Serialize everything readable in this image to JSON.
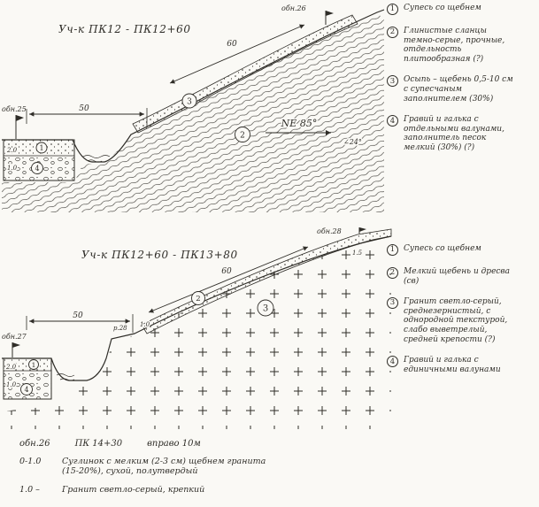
{
  "palette": {
    "paper": "#faf9f5",
    "ink": "#2f2d28"
  },
  "section1": {
    "title": "Уч-к  ПК12 - ПК12+60",
    "marker_left": "обн.25",
    "marker_right": "обн.26",
    "dim_horizontal": "50",
    "dim_slope": "60",
    "box_depth_top": "2.0",
    "box_depth_bottom": "1.0",
    "bearing": "NE 85°",
    "dip_angle": "∠24°",
    "callouts": {
      "n1": "1",
      "n2": "2",
      "n3": "3",
      "n4": "4"
    },
    "legend": [
      {
        "num": "1",
        "text": "Супесь со щебнем"
      },
      {
        "num": "2",
        "text": "Глинистые сланцы темно-серые, прочные, отдельность плитообразная (?)"
      },
      {
        "num": "3",
        "text": "Осыпь – щебень 0,5-10 см с супесчаным заполнителем (30%)"
      },
      {
        "num": "4",
        "text": "Гравий и галька с отдельными валунами, заполнитель песок мелкий (30%) (?)"
      }
    ]
  },
  "section2": {
    "title": "Уч-к  ПК12+60 - ПК13+80",
    "marker_left": "обн.27",
    "marker_right": "обн.28",
    "dim_horizontal": "50",
    "dim_slope": "60",
    "crest_depth": "1.5",
    "box_depth_top": "2.0",
    "box_depth_bottom": "1.0",
    "bench_depth": "1.0",
    "bench_label": "р.28",
    "callouts": {
      "n1": "1",
      "n2": "2",
      "n3": "3",
      "n4": "4"
    },
    "legend": [
      {
        "num": "1",
        "text": "Супесь со щебнем"
      },
      {
        "num": "2",
        "text": "Мелкий щебень и дресва (св)"
      },
      {
        "num": "3",
        "text": "Гранит светло-серый, среднезернистый, с однородной текстурой, слабо выветрелый, средней крепости (?)"
      },
      {
        "num": "4",
        "text": "Гравий и галька с единичными валунами"
      }
    ]
  },
  "notes": {
    "ref": "обн.26",
    "station": "ПК 14+30",
    "offset": "вправо 10м",
    "items": [
      {
        "depth": "0-1.0",
        "text": "Суглинок с мелким (2-3 см) щебнем гранита (15-20%), сухой, полутвердый"
      },
      {
        "depth": "1.0 –",
        "text": "Гранит светло-серый, крепкий"
      }
    ]
  }
}
